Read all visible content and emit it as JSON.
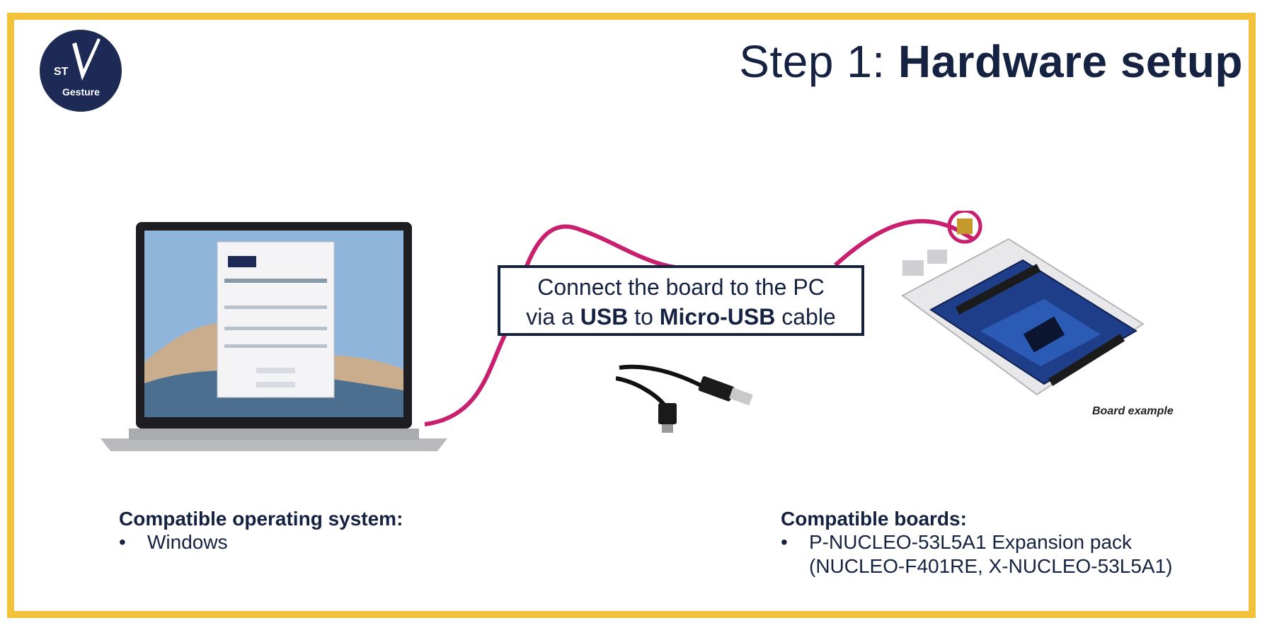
{
  "title": {
    "prefix": "Step 1: ",
    "bold": "Hardware setup"
  },
  "logo": {
    "line1": "ST",
    "line2": "Gesture",
    "icon": "st-gesture-logo"
  },
  "callout": {
    "line1": "Connect the board to the PC",
    "line2_prefix": "via a ",
    "line2_bold1": "USB",
    "line2_mid": " to ",
    "line2_bold2": "Micro-USB",
    "line2_suffix": " cable"
  },
  "board_caption": "Board example",
  "os_section": {
    "heading": "Compatible operating system:",
    "items": [
      "Windows"
    ]
  },
  "boards_section": {
    "heading": "Compatible boards:",
    "item_line1": "P-NUCLEO-53L5A1 Expansion pack",
    "item_line2": "(NUCLEO-F401RE, X-NUCLEO-53L5A1)"
  },
  "colors": {
    "border": "#f2c23a",
    "navy": "#162242",
    "cable": "#c8206e"
  }
}
